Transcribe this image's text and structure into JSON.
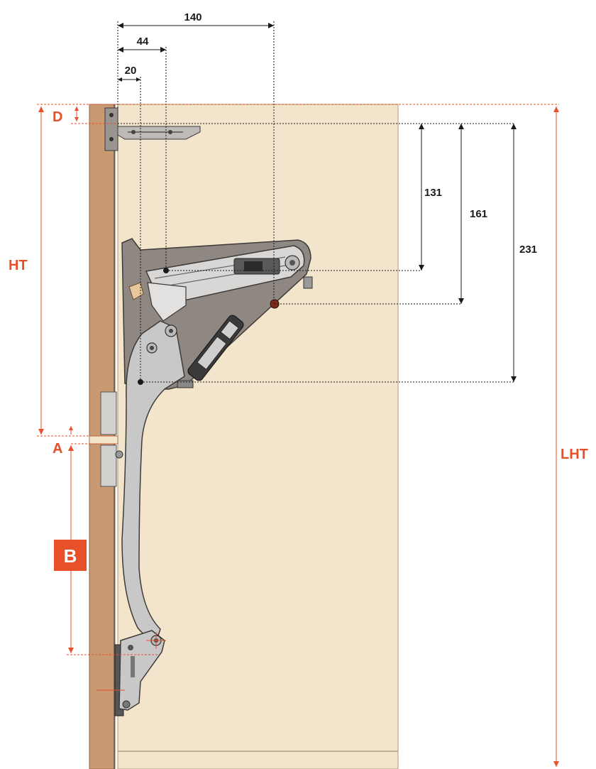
{
  "colors": {
    "panel": "#f3e5cc",
    "door_edge": "#c99a72",
    "mechanism": "#8e8782",
    "mechanism_light": "#c9c8c8",
    "dimension_red": "#e8502a",
    "dimension_black": "#1a1a1a"
  },
  "dimensions": {
    "top_140": "140",
    "top_44": "44",
    "top_20": "20",
    "right_131": "131",
    "right_161": "161",
    "right_231": "231"
  },
  "labels": {
    "d": "D",
    "ht": "HT",
    "a": "A",
    "b": "B",
    "lht": "LHT"
  },
  "icons": {
    "mechanism": "lift-mechanism-icon",
    "hinge": "hinge-bracket-icon"
  }
}
